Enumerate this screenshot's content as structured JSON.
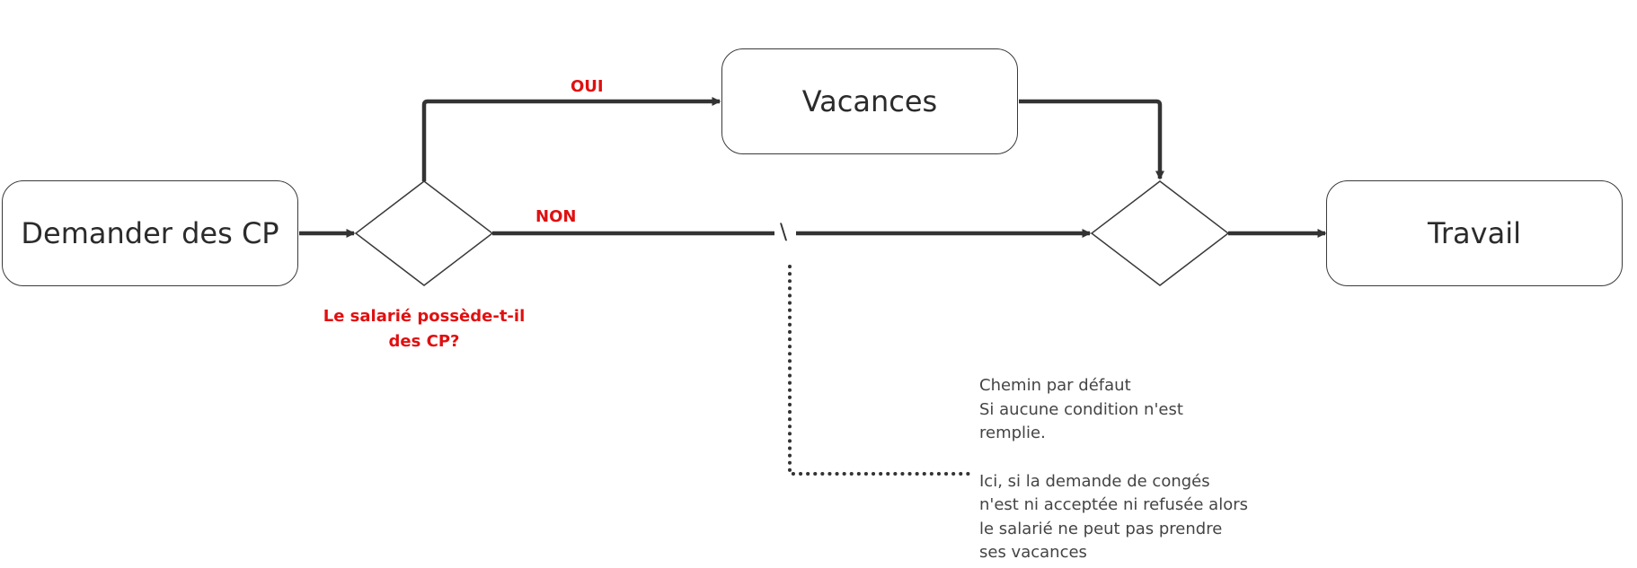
{
  "nodes": {
    "demander": {
      "label": "Demander des CP"
    },
    "vacances": {
      "label": "Vacances"
    },
    "travail": {
      "label": "Travail"
    }
  },
  "edges": {
    "oui_label": "OUI",
    "non_label": "NON",
    "default_marker": "\\"
  },
  "gateway_question": {
    "line1": "Le salarié possède-t-il",
    "line2": "des CP?"
  },
  "annotation": {
    "lines": [
      "Chemin par défaut",
      "Si aucune condition n'est",
      "remplie."
    ],
    "lines2": [
      "Ici, si la demande de congés",
      "n'est ni acceptée ni refusée alors",
      "le salarié ne peut pas prendre",
      "ses vacances"
    ]
  },
  "colors": {
    "line": "#333333",
    "label_red": "#e01010",
    "note_text": "#444444"
  }
}
